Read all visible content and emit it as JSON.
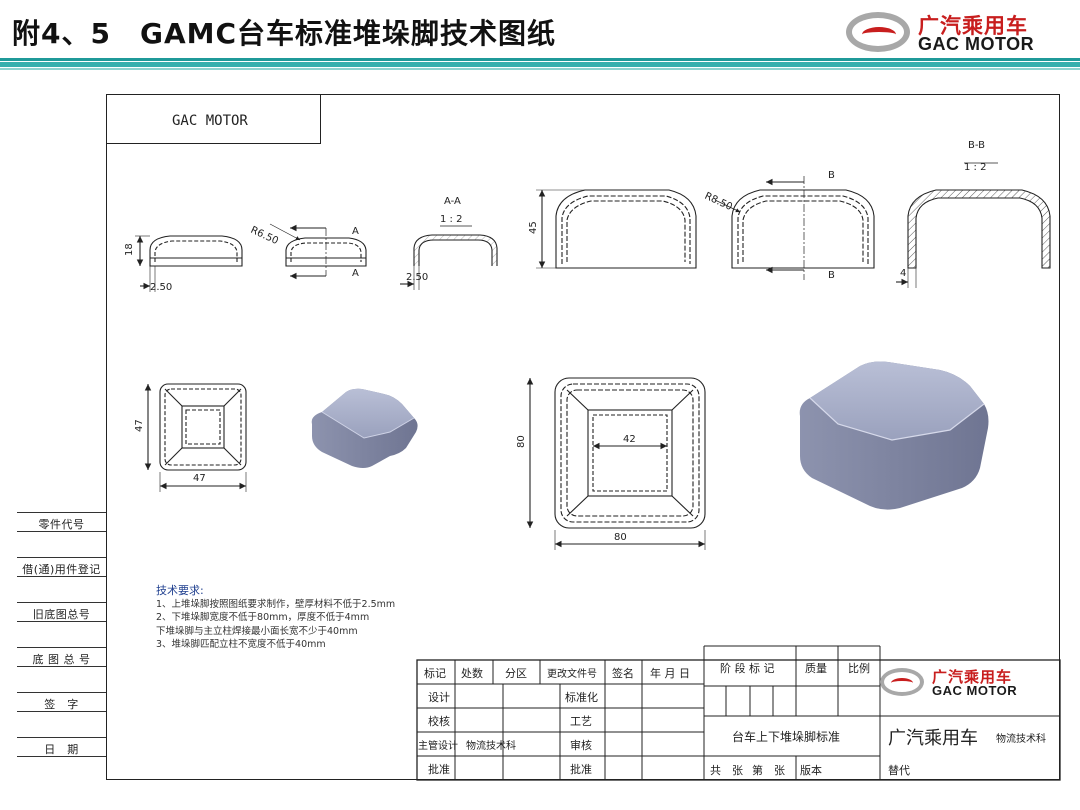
{
  "header": {
    "title": "附4、5　GAMC台车标准堆垛脚技术图纸",
    "logo_cn": "广汽乘用车",
    "logo_en": "GAC MOTOR"
  },
  "colors": {
    "accent": "#1f9a99",
    "brand_red": "#c81e1e"
  },
  "drawing": {
    "corner_label": "GAC MOTOR",
    "sidebar": [
      "零件代号",
      "借(通)用件登记",
      "旧底图总号",
      "底 图 总 号",
      "签　字",
      "日　期"
    ],
    "upper_views": {
      "dim_height_small": "18",
      "dim_wall_small": "2.50",
      "radius_small": "R6.50",
      "section_a": "A",
      "section_aa_title": "A-A",
      "section_aa_scale": "1 : 2",
      "dim_wall_aa": "2.50",
      "dim_height_large": "45",
      "radius_large": "R8.50",
      "section_b": "B",
      "section_bb_title": "B-B",
      "section_bb_scale": "1 : 2",
      "dim_wall_bb": "4"
    },
    "plan_views": {
      "small_width": "47",
      "small_depth": "47",
      "large_width": "80",
      "large_depth": "80",
      "large_inner": "42"
    },
    "tech_requirements": {
      "title": "技术要求:",
      "lines": [
        "1、上堆垛脚按照图纸要求制作，壁厚材料不低于2.5mm",
        "2、下堆垛脚宽度不低于80mm，厚度不低于4mm",
        "下堆垛脚与主立柱焊接最小面长宽不少于40mm",
        "3、堆垛脚匹配立柱不宽度不低于40mm"
      ]
    },
    "title_block": {
      "header": [
        "标记",
        "处数",
        "分区",
        "更改文件号",
        "签名",
        "年 月 日"
      ],
      "roles": [
        "设计",
        "校核",
        "主管设计",
        "批准"
      ],
      "roles2": [
        "标准化",
        "工艺",
        "审核"
      ],
      "designer_dept": "物流技术科",
      "stage_header": [
        "阶 段 标 记",
        "质量",
        "比例"
      ],
      "part_name": "台车上下堆垛脚标准",
      "company": "广汽乘用车",
      "dept": "物流技术科",
      "sheet_info": [
        "共　张",
        "第　张",
        "版本",
        "替代"
      ],
      "logo_cn": "广汽乘用车",
      "logo_en": "GAC MOTOR"
    }
  }
}
